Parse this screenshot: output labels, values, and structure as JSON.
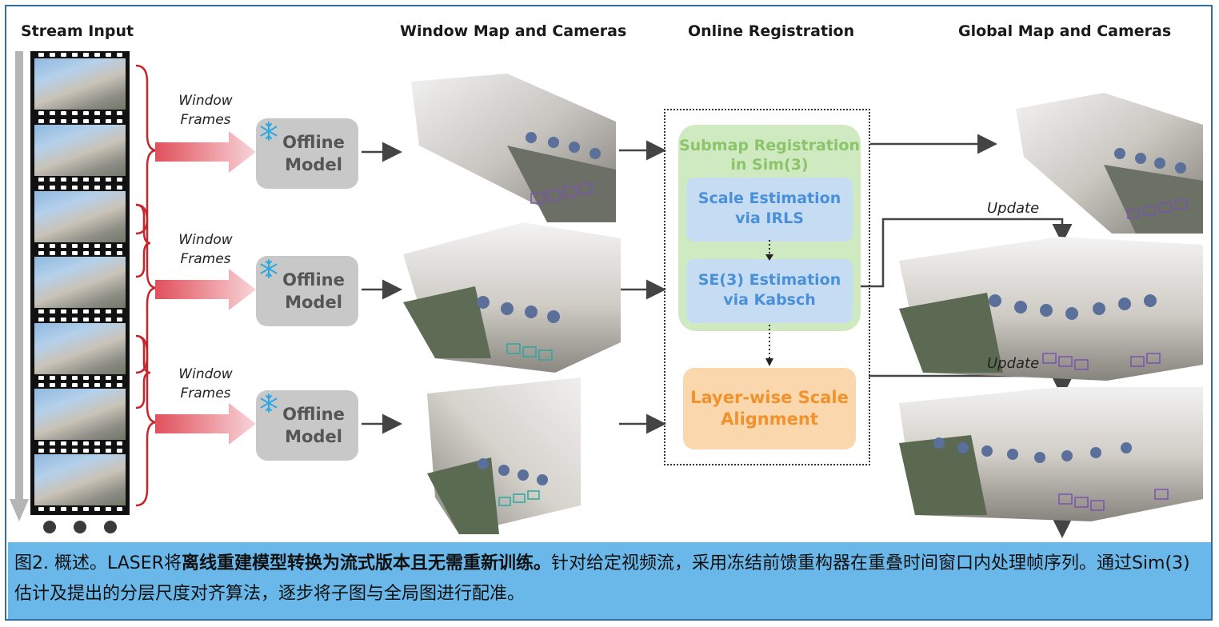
{
  "headers": {
    "stream_input": "Stream Input",
    "window_map": "Window Map and Cameras",
    "online_registration": "Online Registration",
    "global_map": "Global Map and Cameras"
  },
  "window_frames_label": [
    "Window",
    "Frames"
  ],
  "offline_model_label": [
    "Offline",
    "Model"
  ],
  "registration": {
    "submap_title": [
      "Submap Registration",
      "in Sim(3)"
    ],
    "scale_estimation": [
      "Scale Estimation",
      "via IRLS"
    ],
    "se3_estimation": [
      "SE(3) Estimation",
      "via Kabsch"
    ],
    "layerwise": [
      "Layer-wise Scale",
      "Alignment"
    ]
  },
  "update_label": "Update",
  "caption": {
    "prefix": "图2. 概述。LASER将",
    "bold": "离线重建模型转换为流式版本且无需重新训练。",
    "rest": "针对给定视频流，采用冻结前馈重构器在重叠时间窗口内处理帧序列。通过Sim(3)估计及提出的分层尺度对齐算法，逐步将子图与全局图进行配准。"
  },
  "colors": {
    "green_box": "#cfe9c1",
    "green_text": "#8cc46a",
    "blue_box": "#c5dcf2",
    "blue_text": "#4a90d9",
    "orange_box": "#fbd7ae",
    "orange_text": "#f0922e",
    "model_box": "#c8c8c8",
    "bracket_red": "#c8242b",
    "caption_bg": "#6ab7e9"
  }
}
